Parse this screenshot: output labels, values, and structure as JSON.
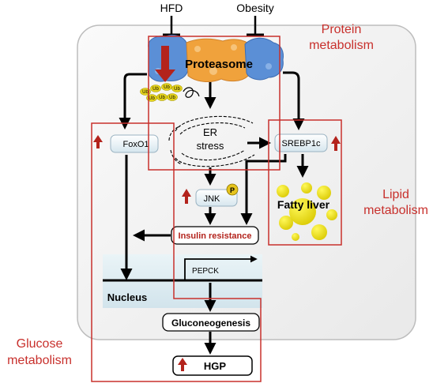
{
  "inputs": {
    "hfd": "HFD",
    "obesity": "Obesity"
  },
  "regions": {
    "protein": [
      "Protein",
      "metabolism"
    ],
    "lipid": [
      "Lipid",
      "metabolism"
    ],
    "glucose": [
      "Glucose",
      "metabolism"
    ]
  },
  "nodes": {
    "proteasome": "Proteasome",
    "ub": "Ub",
    "er_stress": [
      "ER",
      "stress"
    ],
    "foxo1": "FoxO1",
    "srebp1c": "SREBP1c",
    "jnk": "JNK",
    "phospho": "P",
    "fatty_liver": "Fatty liver",
    "insulin_resistance": "Insulin resistance",
    "pepck": "PEPCK",
    "nucleus": "Nucleus",
    "gluconeogenesis": "Gluconeogenesis",
    "hgp": "HGP"
  },
  "colors": {
    "region_border": "#c8302c",
    "region_label": "#c8302c",
    "up_arrow": "#b3231c",
    "proteasome_blue": "#5b8fd6",
    "proteasome_orange": "#f0a23c",
    "ub_yellow": "#e6d41c",
    "fat_yellow": "#f2ea2a"
  },
  "indicators": {
    "proteasome": "down",
    "foxo1": "up",
    "srebp1c": "up",
    "jnk": "up",
    "hgp": "up"
  }
}
